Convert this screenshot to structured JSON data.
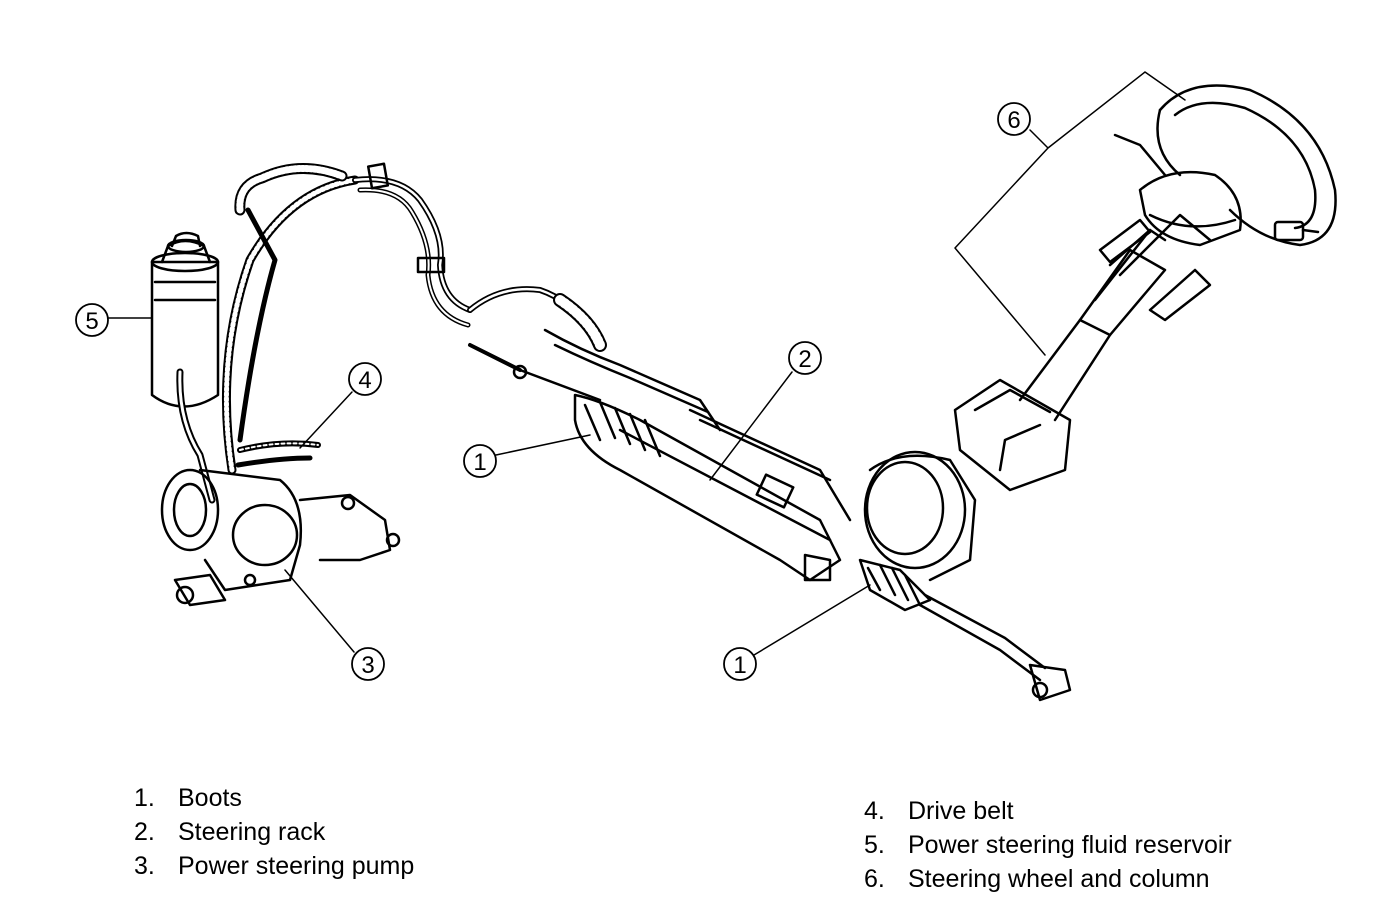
{
  "callouts": [
    {
      "num": "1"
    },
    {
      "num": "1"
    },
    {
      "num": "2"
    },
    {
      "num": "3"
    },
    {
      "num": "4"
    },
    {
      "num": "5"
    },
    {
      "num": "6"
    }
  ],
  "legend_left": [
    {
      "num": "1.",
      "label": "Boots"
    },
    {
      "num": "2.",
      "label": "Steering rack"
    },
    {
      "num": "3.",
      "label": "Power steering pump"
    }
  ],
  "legend_right": [
    {
      "num": "4.",
      "label": "Drive belt"
    },
    {
      "num": "5.",
      "label": "Power steering fluid reservoir"
    },
    {
      "num": "6.",
      "label": "Steering wheel and column"
    }
  ]
}
